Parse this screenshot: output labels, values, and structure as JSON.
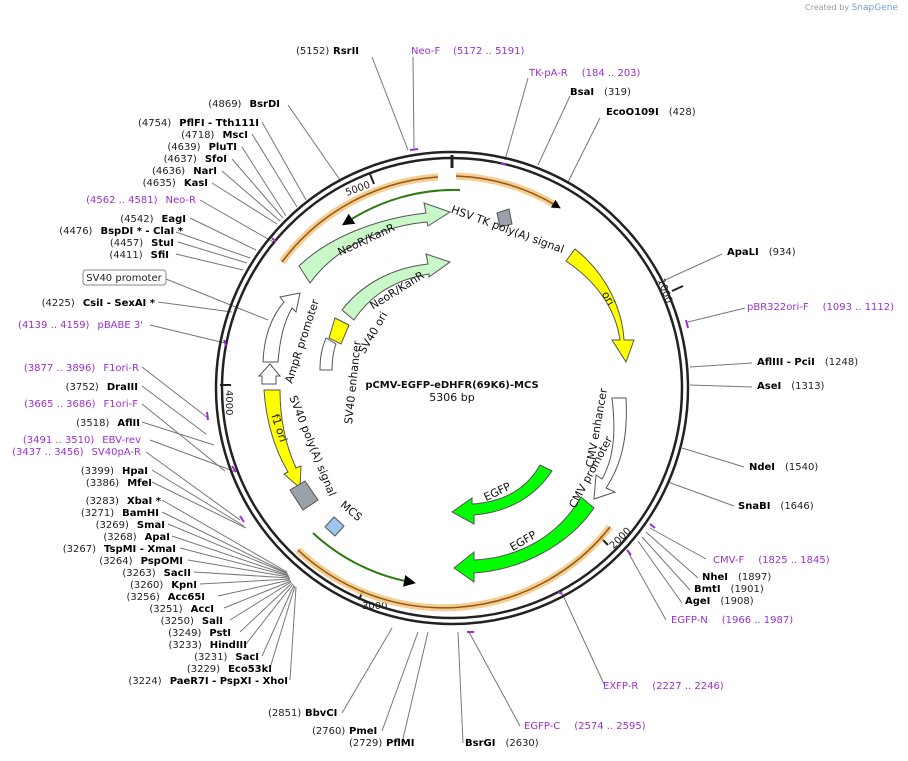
{
  "credit": {
    "prefix": "Created by",
    "brand": "SnapGene"
  },
  "plasmid": {
    "name": "pCMV-EGFP-eDHFR(69K6)-MCS",
    "length": "5306 bp"
  },
  "colors": {
    "enzyme": "#000000",
    "primer": "#9a2fd0",
    "ori": "#ffff00",
    "egfp": "#00ff00",
    "neo": "#c8f7c8",
    "promoter": "#ffffff",
    "polya": "#9aa1a8",
    "mcs": "#9ec6f0",
    "orf": "#ffc060"
  },
  "ticks": [
    "1000",
    "2000",
    "3000",
    "4000",
    "5000"
  ],
  "features": [
    "HSV TK poly(A) signal",
    "ori",
    "CMV enhancer",
    "CMV promoter",
    "EGFP",
    "EGFP",
    "MCS",
    "SV40 poly(A) signal",
    "f1 ori",
    "AmpR promoter",
    "NeoR/KanR",
    "NeoR/KanR",
    "SV40 ori",
    "SV40 enhancer"
  ],
  "boxed_label": "SV40 promoter",
  "enzymes_right": [
    {
      "pos": "(319)",
      "name": "BsaI"
    },
    {
      "pos": "(428)",
      "name": "EcoO109I"
    },
    {
      "pos": "(934)",
      "name": "ApaLI"
    },
    {
      "pos": "(1248)",
      "name": "AflIII - PciI"
    },
    {
      "pos": "(1313)",
      "name": "AseI"
    },
    {
      "pos": "(1540)",
      "name": "NdeI"
    },
    {
      "pos": "(1646)",
      "name": "SnaBI"
    },
    {
      "pos": "(1897)",
      "name": "NheI"
    },
    {
      "pos": "(1901)",
      "name": "BmtI"
    },
    {
      "pos": "(1908)",
      "name": "AgeI"
    }
  ],
  "primers_right": [
    {
      "name": "TK-pA-R",
      "range": "(184 .. 203)"
    },
    {
      "name": "pBR322ori-F",
      "range": "(1093 .. 1112)"
    },
    {
      "name": "CMV-F",
      "range": "(1825 .. 1845)"
    },
    {
      "name": "EGFP-N",
      "range": "(1966 .. 1987)"
    },
    {
      "name": "EXFP-R",
      "range": "(2227 .. 2246)"
    },
    {
      "name": "EGFP-C",
      "range": "(2574 .. 2595)"
    }
  ],
  "enzymes_bottom": [
    {
      "pos": "(2851)",
      "name": "BbvCI"
    },
    {
      "pos": "(2760)",
      "name": "PmeI"
    },
    {
      "pos": "(2729)",
      "name": "PflMI"
    },
    {
      "pos": "(2630)",
      "name": "BsrGI"
    }
  ],
  "top": {
    "rsrii": {
      "pos": "(5152)",
      "name": "RsrII"
    },
    "neof": {
      "name": "Neo-F",
      "range": "(5172 .. 5191)"
    }
  },
  "enzymes_left": [
    {
      "pos": "(4869)",
      "name": "BsrDI"
    },
    {
      "pos": "(4754)",
      "name": "PflFI - Tth111I"
    },
    {
      "pos": "(4718)",
      "name": "MscI"
    },
    {
      "pos": "(4639)",
      "name": "PluTI"
    },
    {
      "pos": "(4637)",
      "name": "SfoI"
    },
    {
      "pos": "(4636)",
      "name": "NarI"
    },
    {
      "pos": "(4635)",
      "name": "KasI"
    },
    {
      "pos": "(4542)",
      "name": "EagI"
    },
    {
      "pos": "(4476)",
      "name": "BspDI * - ClaI *"
    },
    {
      "pos": "(4457)",
      "name": "StuI"
    },
    {
      "pos": "(4411)",
      "name": "SfiI"
    },
    {
      "pos": "(4225)",
      "name": "CsiI - SexAI *"
    },
    {
      "pos": "(3752)",
      "name": "DraIII"
    },
    {
      "pos": "(3518)",
      "name": "AflII"
    },
    {
      "pos": "(3399)",
      "name": "HpaI"
    },
    {
      "pos": "(3386)",
      "name": "MfeI"
    },
    {
      "pos": "(3283)",
      "name": "XbaI *"
    },
    {
      "pos": "(3271)",
      "name": "BamHI"
    },
    {
      "pos": "(3269)",
      "name": "SmaI"
    },
    {
      "pos": "(3268)",
      "name": "ApaI"
    },
    {
      "pos": "(3267)",
      "name": "TspMI - XmaI"
    },
    {
      "pos": "(3264)",
      "name": "PspOMI"
    },
    {
      "pos": "(3263)",
      "name": "SacII"
    },
    {
      "pos": "(3260)",
      "name": "KpnI"
    },
    {
      "pos": "(3256)",
      "name": "Acc65I"
    },
    {
      "pos": "(3251)",
      "name": "AccI"
    },
    {
      "pos": "(3250)",
      "name": "SalI"
    },
    {
      "pos": "(3249)",
      "name": "PstI"
    },
    {
      "pos": "(3233)",
      "name": "HindIII"
    },
    {
      "pos": "(3231)",
      "name": "SacI"
    },
    {
      "pos": "(3229)",
      "name": "Eco53kI"
    },
    {
      "pos": "(3224)",
      "name": "PaeR7I - PspXI - XhoI"
    }
  ],
  "primers_left": [
    {
      "range": "(4562 .. 4581)",
      "name": "Neo-R"
    },
    {
      "range": "(4139 .. 4159)",
      "name": "pBABE 3'"
    },
    {
      "range": "(3877 .. 3896)",
      "name": "F1ori-R"
    },
    {
      "range": "(3665 .. 3686)",
      "name": "F1ori-F"
    },
    {
      "range": "(3491 .. 3510)",
      "name": "EBV-rev"
    },
    {
      "range": "(3437 .. 3456)",
      "name": "SV40pA-R"
    }
  ]
}
